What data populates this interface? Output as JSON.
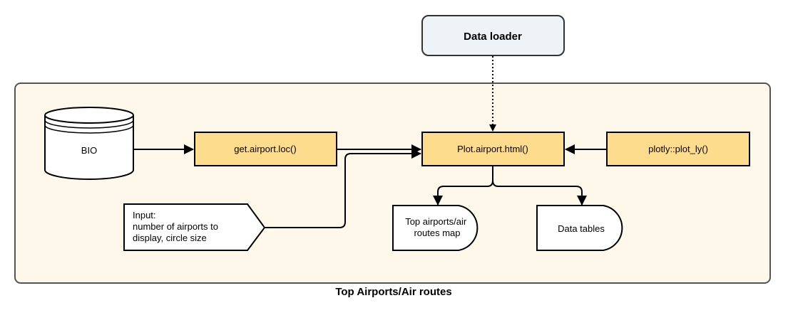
{
  "diagram": {
    "container_caption": "Top Airports/Air routes",
    "nodes": {
      "data_loader": "Data loader",
      "bio": "BIO",
      "get_airport_loc": "get.airport.loc()",
      "plot_airport_html": "Plot.airport.html()",
      "plotly": "plotly::plot_ly()",
      "input_lines": [
        "Input:",
        "number of airports to",
        "display, circle size"
      ],
      "map_lines": [
        "Top airports/air",
        "routes map"
      ],
      "data_tables": "Data tables"
    },
    "edges": [
      {
        "from": "Data loader",
        "to": "Plot.airport.html()",
        "style": "dotted"
      },
      {
        "from": "BIO",
        "to": "get.airport.loc()",
        "style": "solid"
      },
      {
        "from": "get.airport.loc()",
        "to": "Plot.airport.html()",
        "style": "solid"
      },
      {
        "from": "Input",
        "to": "Plot.airport.html()",
        "style": "solid"
      },
      {
        "from": "plotly::plot_ly()",
        "to": "Plot.airport.html()",
        "style": "solid"
      },
      {
        "from": "Plot.airport.html()",
        "to": "Top airports/air routes map",
        "style": "solid"
      },
      {
        "from": "Plot.airport.html()",
        "to": "Data tables",
        "style": "solid"
      }
    ],
    "colors": {
      "container_fill": "#fdf8e9",
      "function_fill": "#fddc8e",
      "loader_fill": "#eef3f7",
      "stroke": "#000000"
    }
  }
}
